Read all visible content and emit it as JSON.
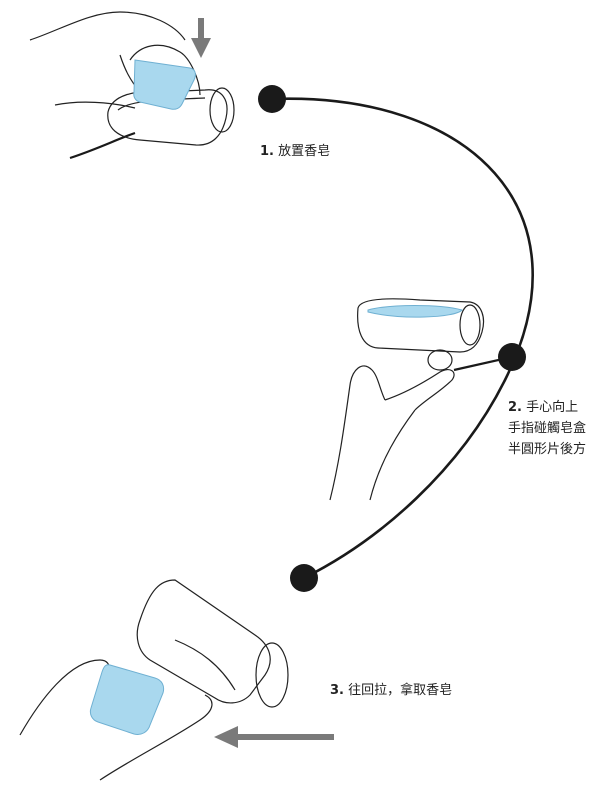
{
  "steps": [
    {
      "number": "1.",
      "lines": [
        "放置香皂"
      ]
    },
    {
      "number": "2.",
      "lines": [
        "手心向上",
        "手指碰觸皂盒",
        "半圓形片後方"
      ]
    },
    {
      "number": "3.",
      "lines": [
        "往回拉，拿取香皂"
      ]
    }
  ],
  "colors": {
    "line": "#1a1a1a",
    "marker": "#1a1a1a",
    "arrow": "#7a7a7a",
    "soap": "#a9d8ee",
    "soap_dark": "#8cc4e0"
  },
  "icons": [
    "down-arrow-icon",
    "left-arrow-icon"
  ]
}
